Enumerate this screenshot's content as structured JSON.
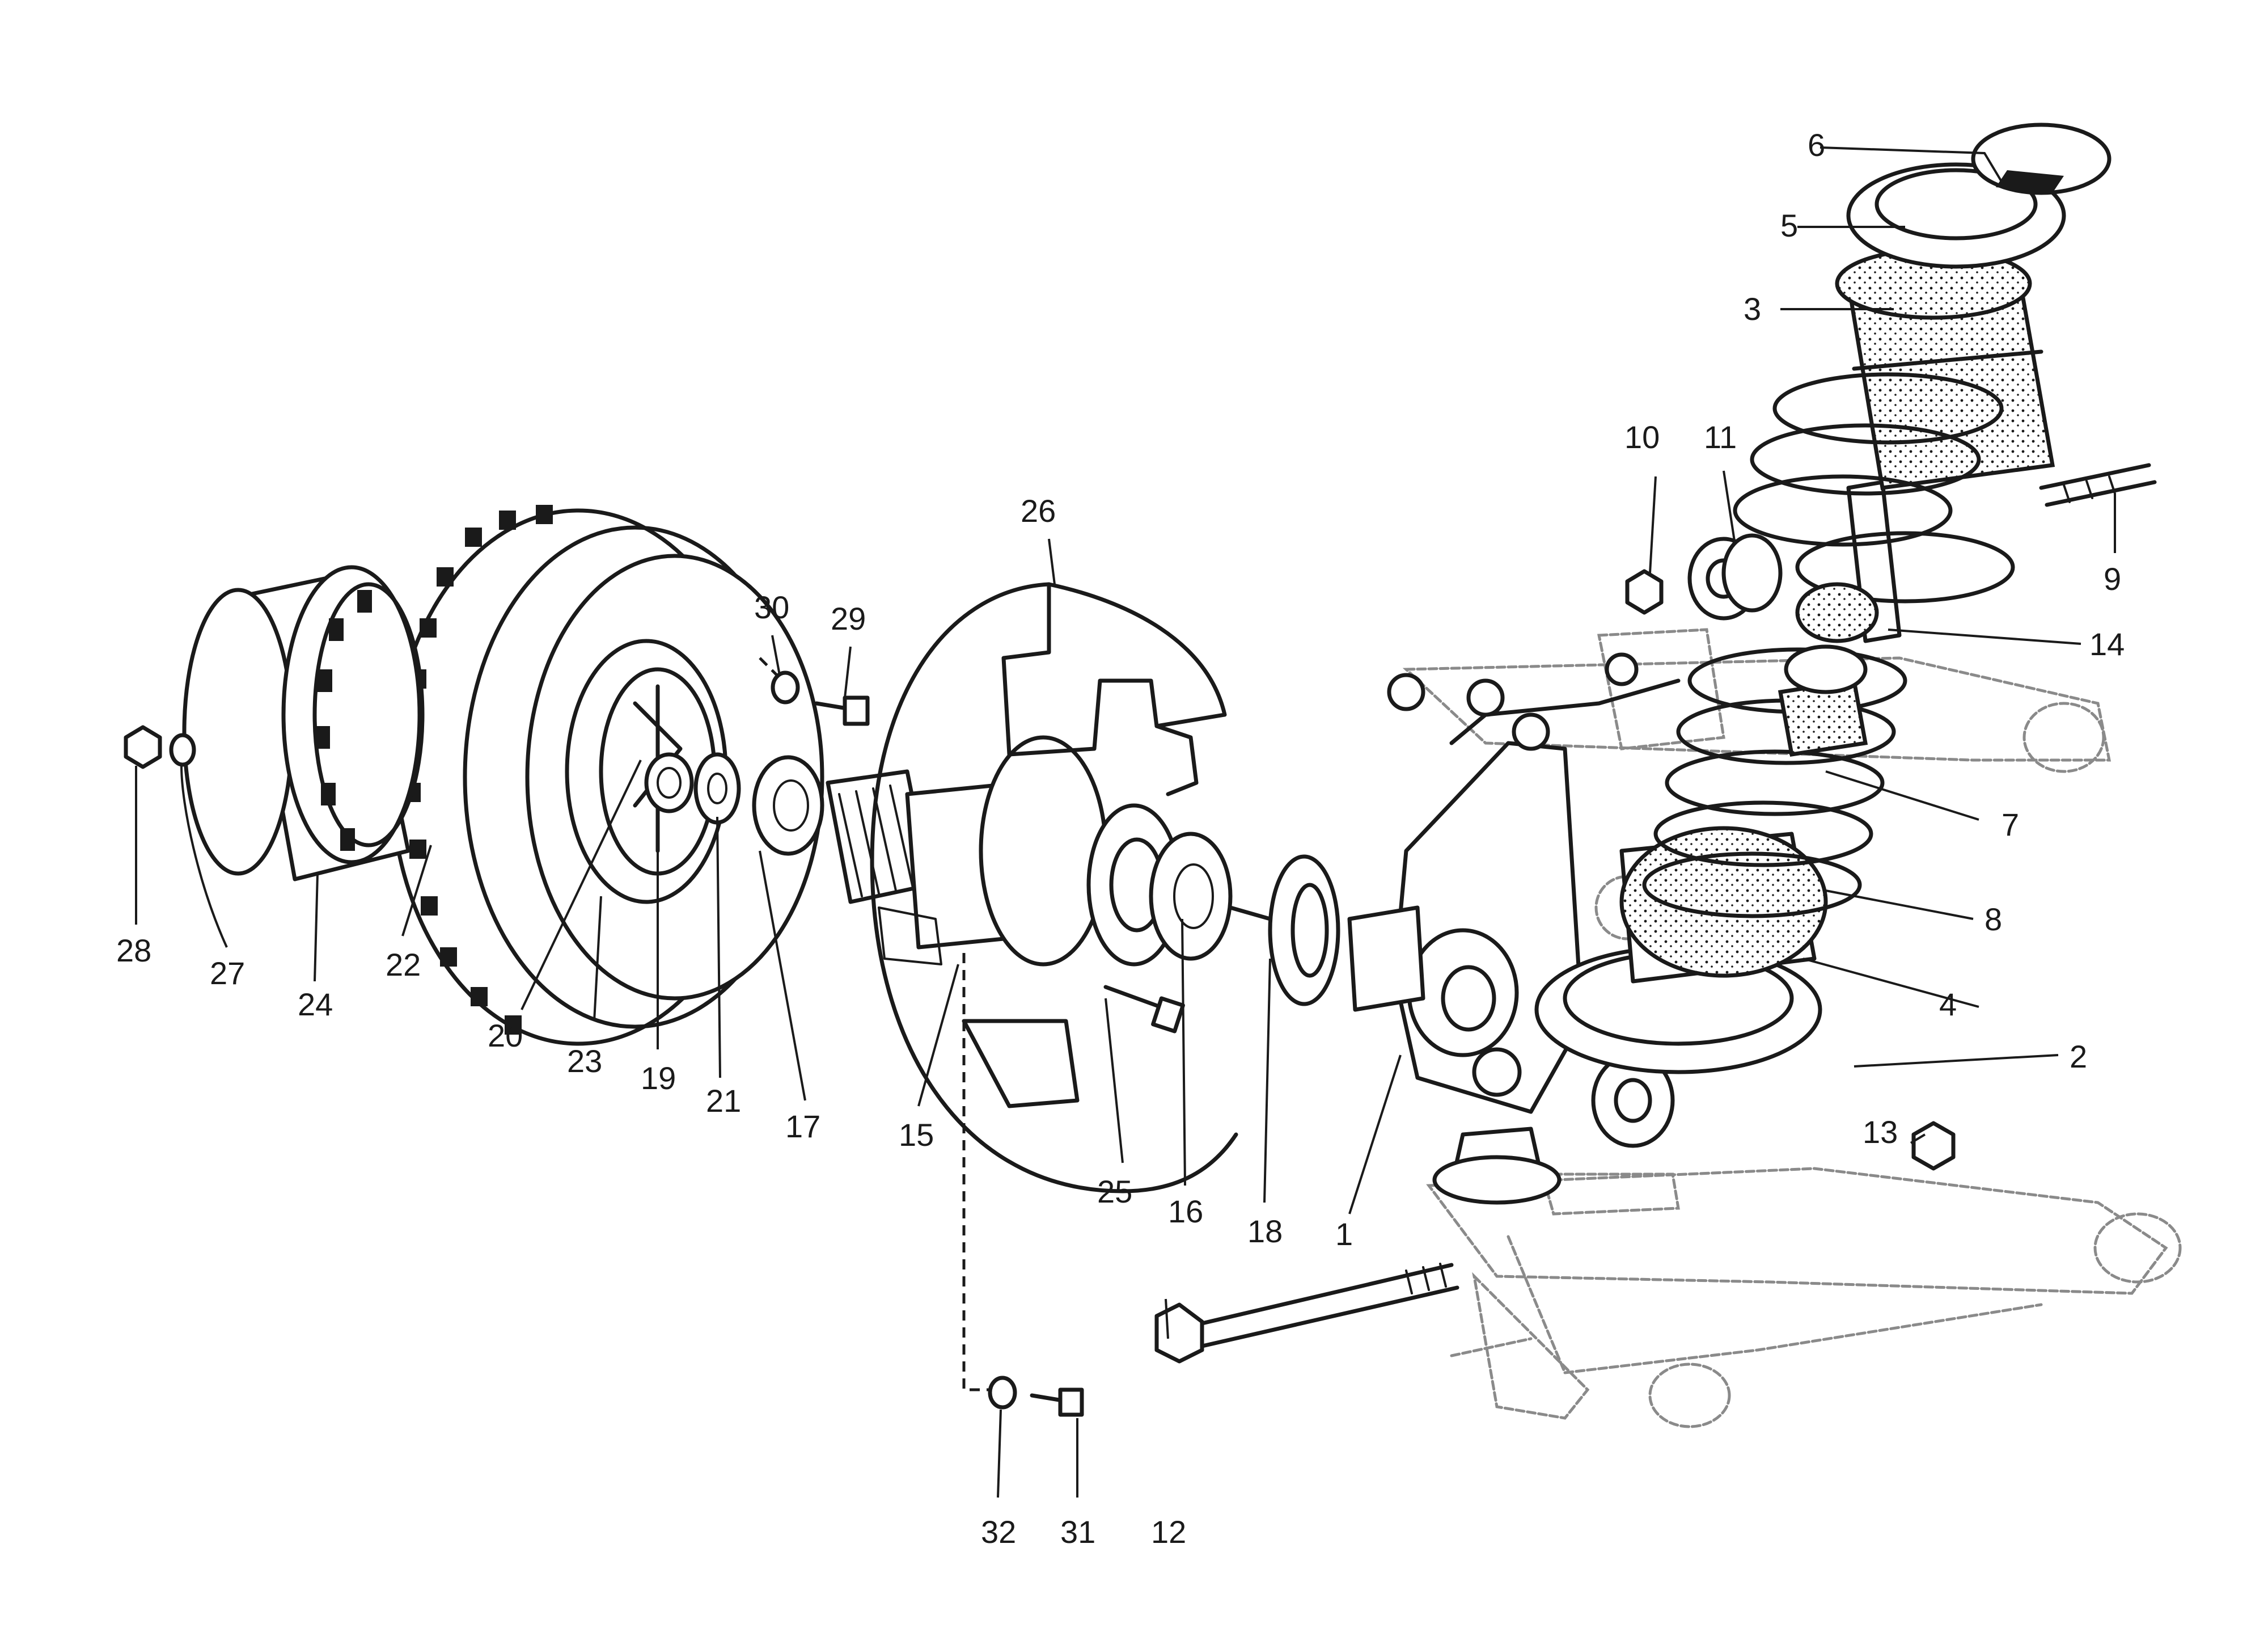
{
  "diagram": {
    "type": "exploded-parts-view",
    "colors": {
      "ink": "#1a1a1a",
      "ghost": "#8a8a8a",
      "background": "#ffffff"
    },
    "callouts": [
      "1",
      "2",
      "3",
      "4",
      "5",
      "6",
      "7",
      "8",
      "9",
      "10",
      "11",
      "12",
      "13",
      "14",
      "15",
      "16",
      "17",
      "18",
      "19",
      "20",
      "21",
      "22",
      "23",
      "24",
      "25",
      "26",
      "27",
      "28",
      "29",
      "30",
      "31",
      "32"
    ]
  }
}
